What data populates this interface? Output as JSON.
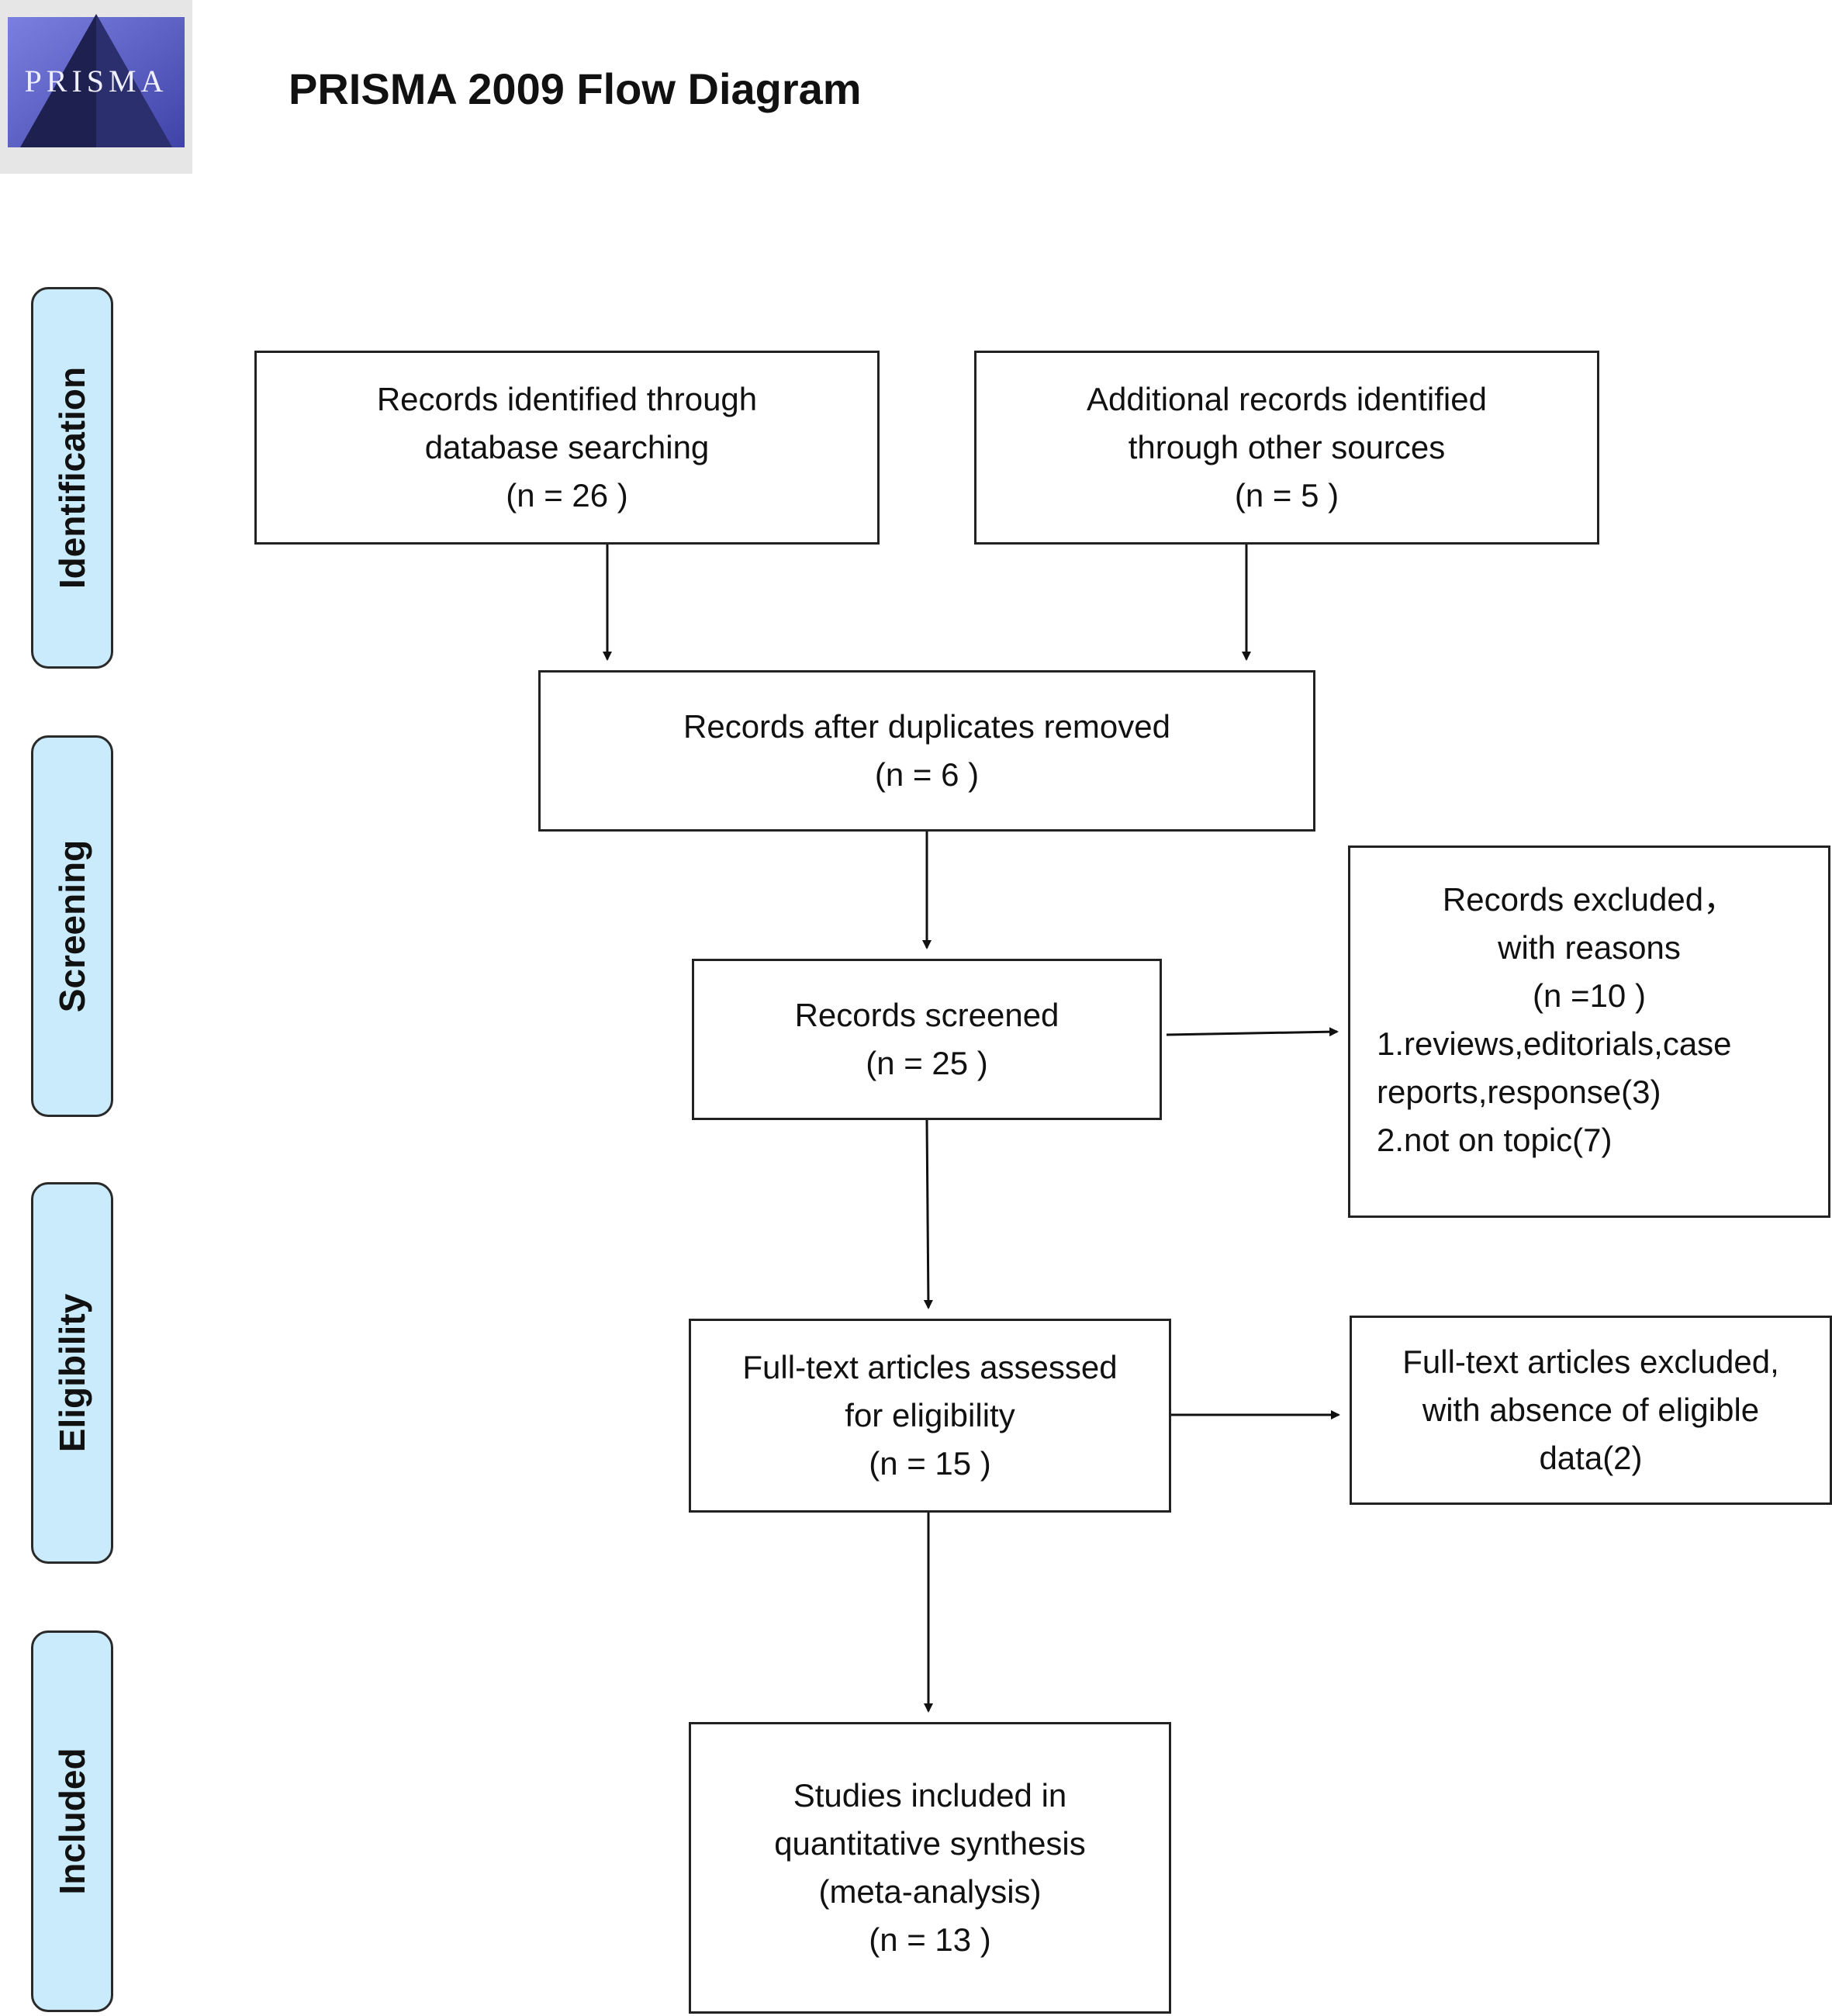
{
  "logo": {
    "text": "PRISMA"
  },
  "header": {
    "title": "PRISMA 2009 Flow Diagram"
  },
  "stages": {
    "identification": "Identification",
    "screening": "Screening",
    "eligibility": "Eligibility",
    "included": "Included"
  },
  "boxes": {
    "database": {
      "line1": "Records identified through",
      "line2": "database searching",
      "line3": "(n = 26  )"
    },
    "other": {
      "line1": "Additional records identified",
      "line2": "through other sources",
      "line3": "(n =  5 )"
    },
    "dedup": {
      "line1": "Records after duplicates removed",
      "line2": "(n = 6  )"
    },
    "screened": {
      "line1": "Records screened",
      "line2": "(n =  25 )"
    },
    "excluded": {
      "line1": "Records excluded，",
      "line2": "with reasons",
      "line3": "(n =10 )",
      "line4": "1.reviews,editorials,case",
      "line5": "reports,response(3)",
      "line6": "2.not on topic(7)"
    },
    "fulltext": {
      "line1": "Full-text articles assessed",
      "line2": "for eligibility",
      "line3": "(n = 15 )"
    },
    "fulltext_excluded": {
      "line1": "Full-text articles excluded,",
      "line2": "with absence of eligible",
      "line3": "data(2)"
    },
    "included": {
      "line1": "Studies included in",
      "line2": "quantitative synthesis",
      "line3": "(meta-analysis)",
      "line4": "(n = 13  )"
    }
  },
  "colors": {
    "stage_fill": "#c9ebfb",
    "logo_triangle": "#1f2350",
    "logo_bg": "#5a5fc8"
  }
}
